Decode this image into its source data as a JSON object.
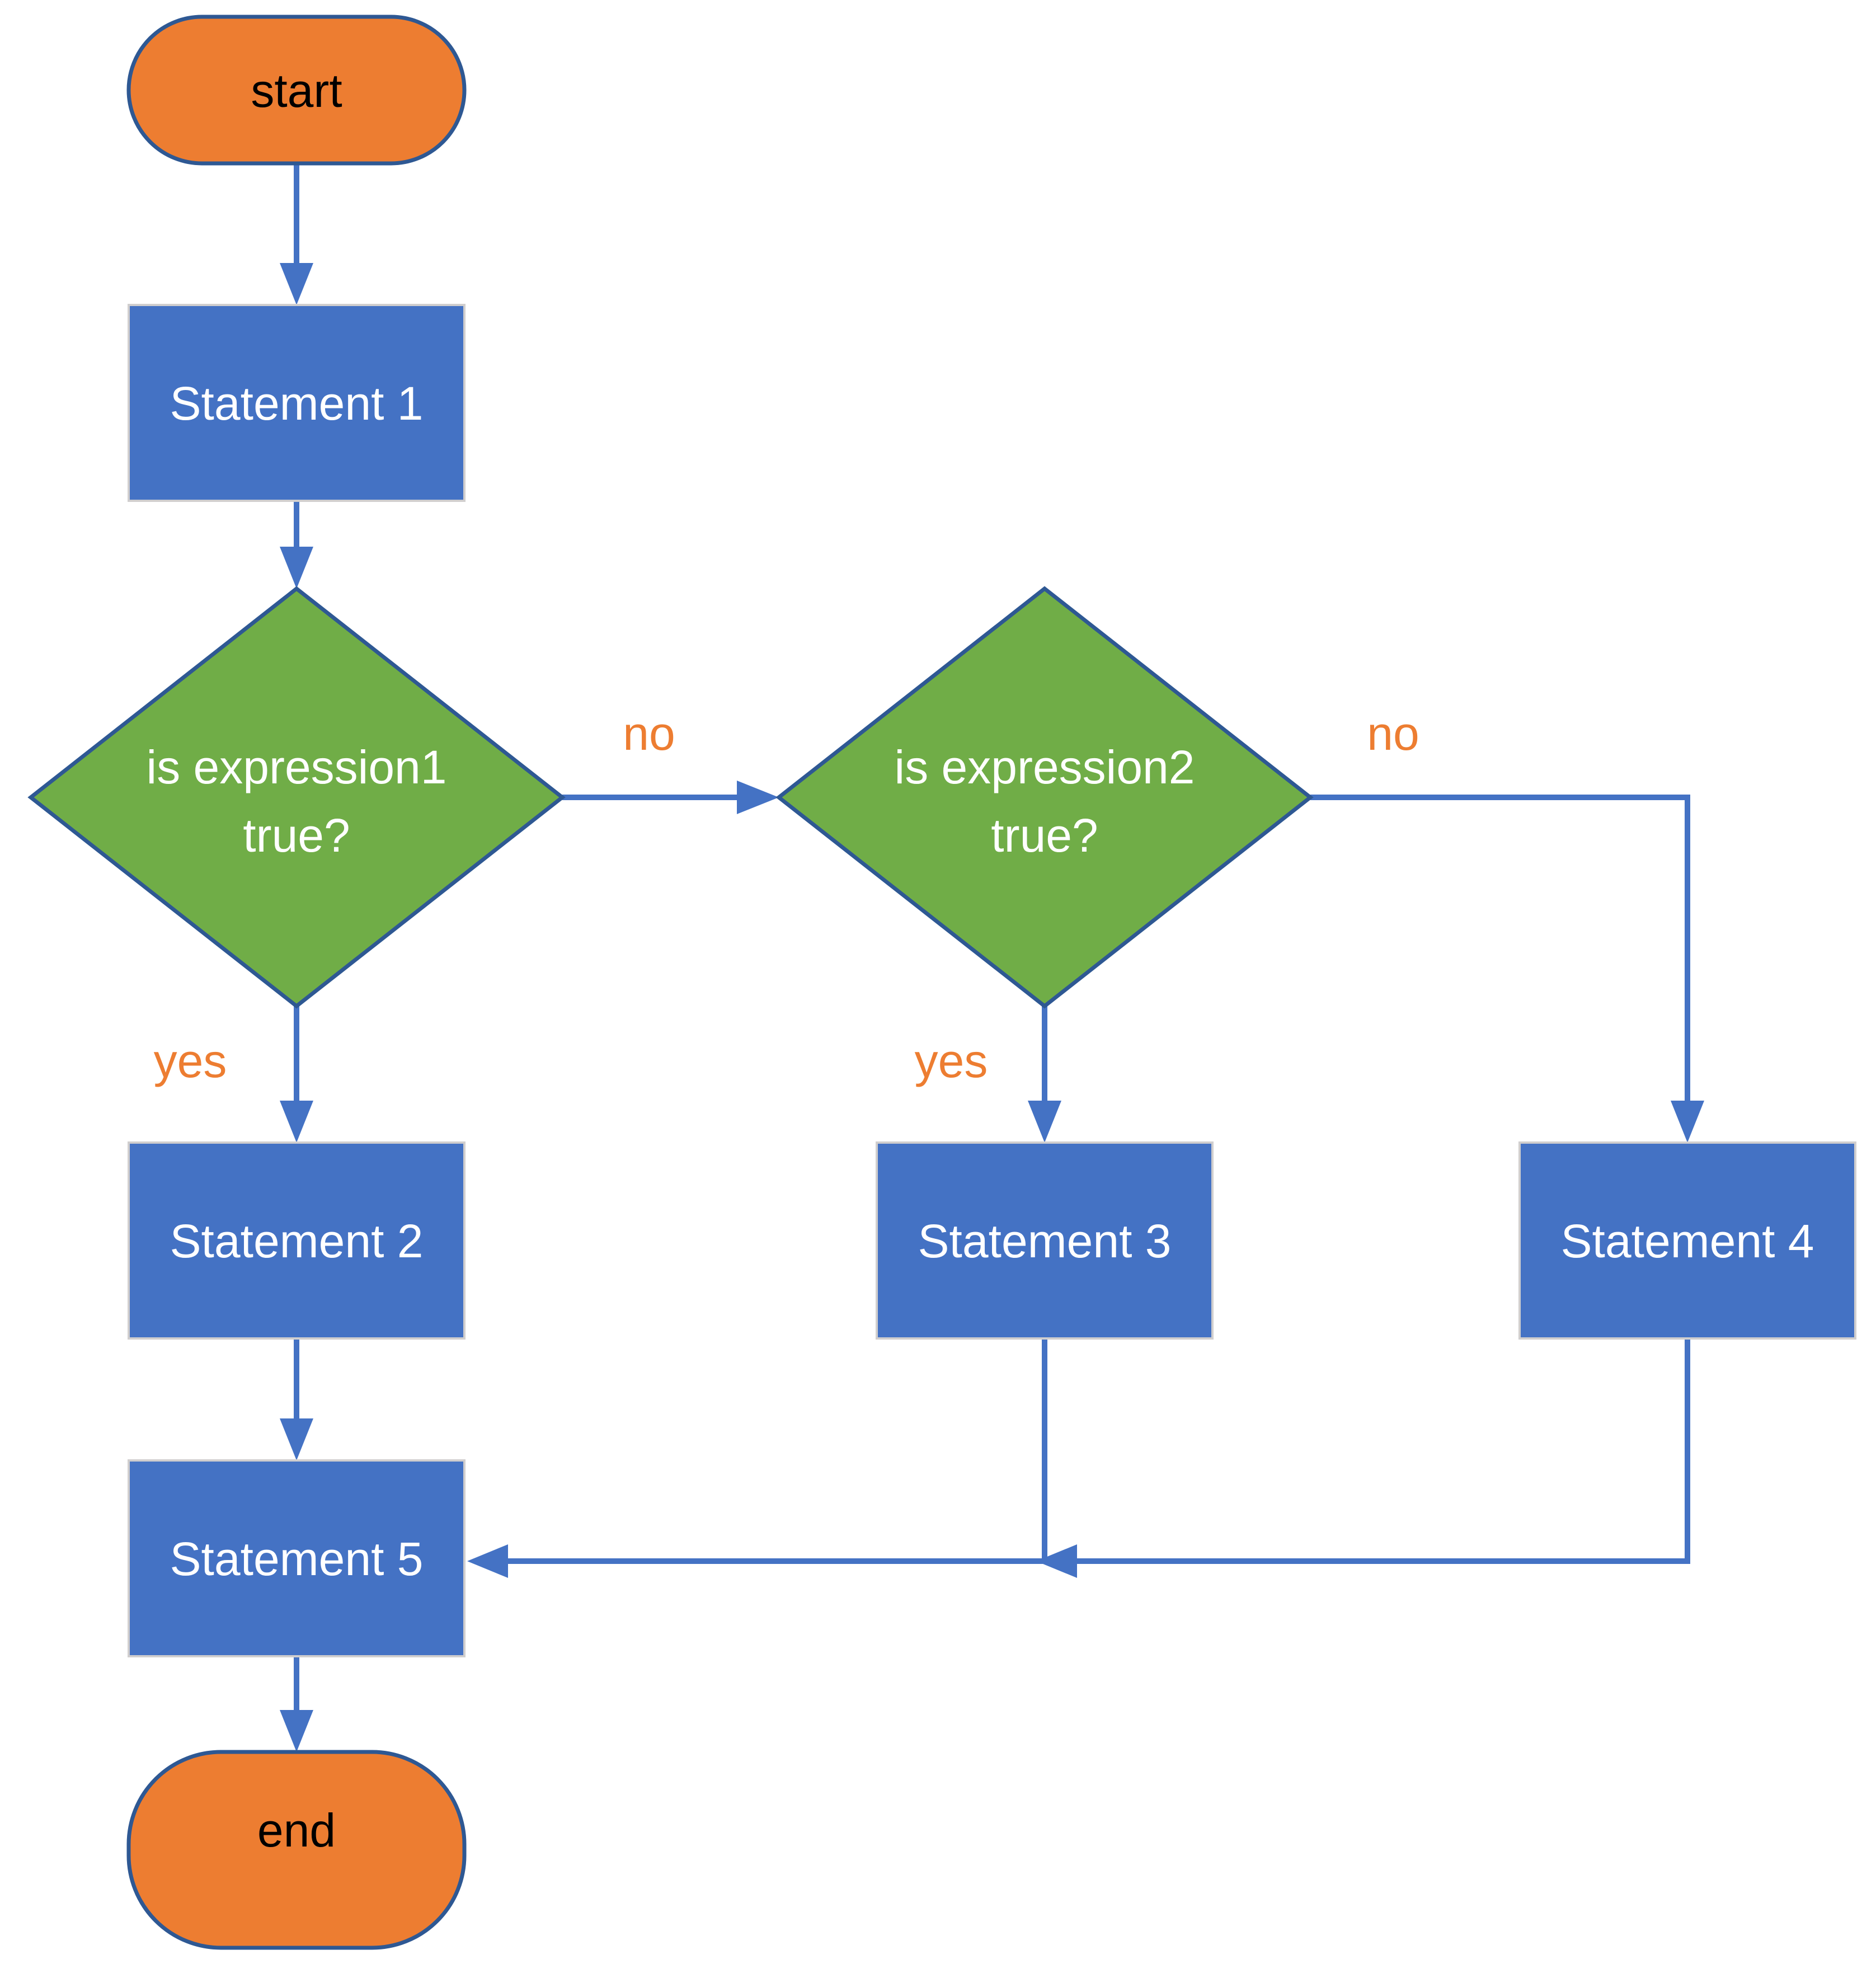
{
  "diagram": {
    "type": "flowchart",
    "description": "if / else-if control flow diagram"
  },
  "colors": {
    "background": "#FFFFFF",
    "terminator_fill": "#ED7D31",
    "terminator_border": "#2E5893",
    "terminator_text": "#000000",
    "process_fill": "#4472C4",
    "process_border": "#D0CECE",
    "process_text": "#FFFFFF",
    "decision_fill": "#70AD47",
    "decision_border": "#2E5893",
    "decision_text": "#FFFFFF",
    "connector": "#4472C4",
    "branch_label": "#ED7D31"
  },
  "nodes": {
    "start": {
      "type": "terminator",
      "label": "start"
    },
    "statement1": {
      "type": "process",
      "label": "Statement 1"
    },
    "decision1": {
      "type": "decision",
      "lines": [
        "is expression1",
        "true?"
      ]
    },
    "decision2": {
      "type": "decision",
      "lines": [
        "is expression2",
        "true?"
      ]
    },
    "statement2": {
      "type": "process",
      "label": "Statement 2"
    },
    "statement3": {
      "type": "process",
      "label": "Statement 3"
    },
    "statement4": {
      "type": "process",
      "label": "Statement 4"
    },
    "statement5": {
      "type": "process",
      "label": "Statement 5"
    },
    "end": {
      "type": "terminator",
      "label": "end"
    }
  },
  "edges": {
    "decision1_no_label": "no",
    "decision1_yes_label": "yes",
    "decision2_no_label": "no",
    "decision2_yes_label": "yes"
  }
}
